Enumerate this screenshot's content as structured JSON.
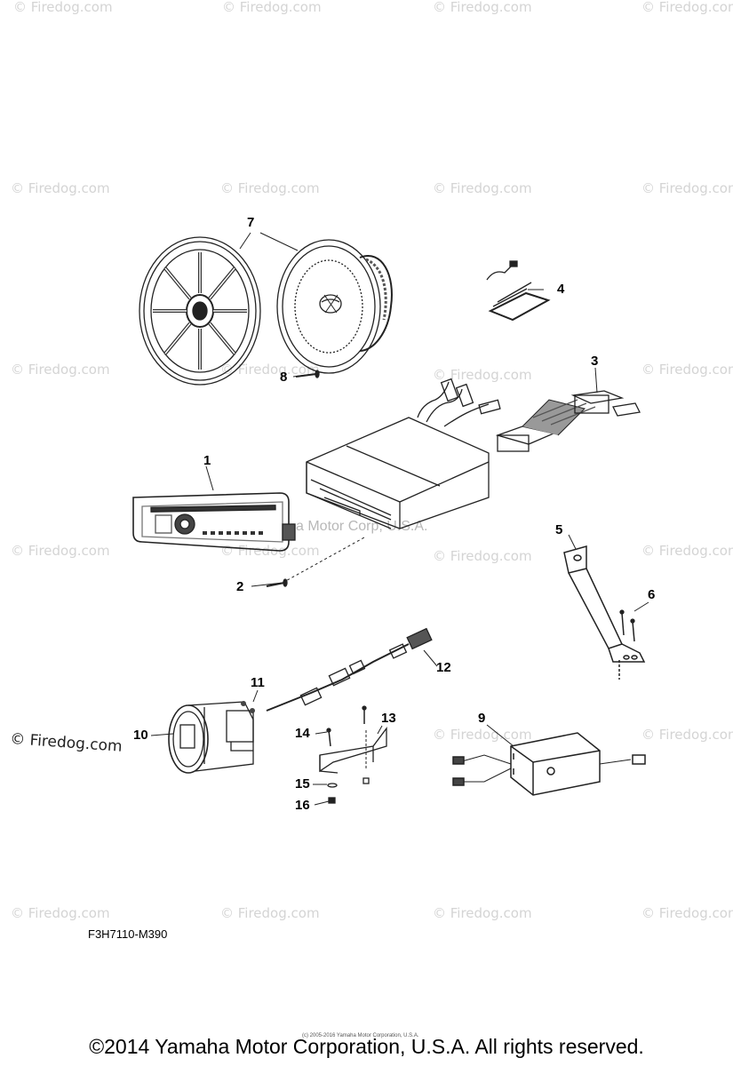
{
  "watermark": "© Firedog.com",
  "watermark_center": "Yamaha Motor Corp, U.S.A.",
  "watermark_center_partial": "a Motor Corp, U.S.A.",
  "diagram_code": "F3H7110-M390",
  "fine_print": "(c) 2005-2016 Yamaha Motor Corporation, U.S.A.",
  "footer": "©2014 Yamaha Motor Corporation, U.S.A. All rights reserved.",
  "callouts": {
    "c1": "1",
    "c2": "2",
    "c3": "3",
    "c4": "4",
    "c5": "5",
    "c6": "6",
    "c7": "7",
    "c8": "8",
    "c9": "9",
    "c10": "10",
    "c11": "11",
    "c12": "12",
    "c13": "13",
    "c14": "14",
    "c15": "15",
    "c16": "16"
  }
}
